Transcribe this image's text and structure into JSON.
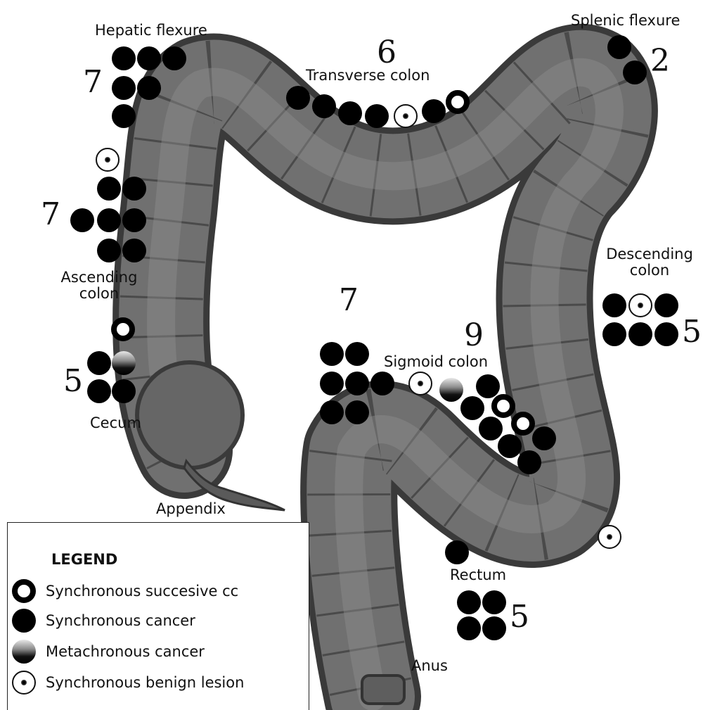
{
  "labels": {
    "hepatic_flexure": "Hepatic flexure",
    "transverse_colon": "Transverse colon",
    "splenic_flexure": "Splenic flexure",
    "ascending_colon": "Ascending colon",
    "descending_colon": "Descending colon",
    "cecum": "Cecum",
    "sigmoid_colon": "Sigmoid colon",
    "appendix": "Appendix",
    "rectum": "Rectum",
    "anus": "Anus"
  },
  "counts": {
    "hepatic_flexure": "7",
    "transverse_colon": "6",
    "splenic_flexure": "2",
    "ascending_colon": "7",
    "descending_colon": "5",
    "cecum": "5",
    "sigmoid_upper": "7",
    "sigmoid_colon": "9",
    "rectum": "5"
  },
  "marker_types": {
    "ss": "synchronous-successive-cc",
    "sc": "synchronous-cancer",
    "mc": "metachronous-cancer",
    "bn": "synchronous-benign-lesion"
  },
  "legend": {
    "title": "LEGEND",
    "items": [
      {
        "type": "ss",
        "label": "Synchronous succesive cc"
      },
      {
        "type": "sc",
        "label": "Synchronous cancer"
      },
      {
        "type": "mc",
        "label": "Metachronous cancer"
      },
      {
        "type": "bn",
        "label": "Synchronous benign lesion"
      }
    ]
  },
  "colors": {
    "colon_fill": "#6f6f6f",
    "colon_shade": "#3e3e3e",
    "background": "#ffffff"
  }
}
